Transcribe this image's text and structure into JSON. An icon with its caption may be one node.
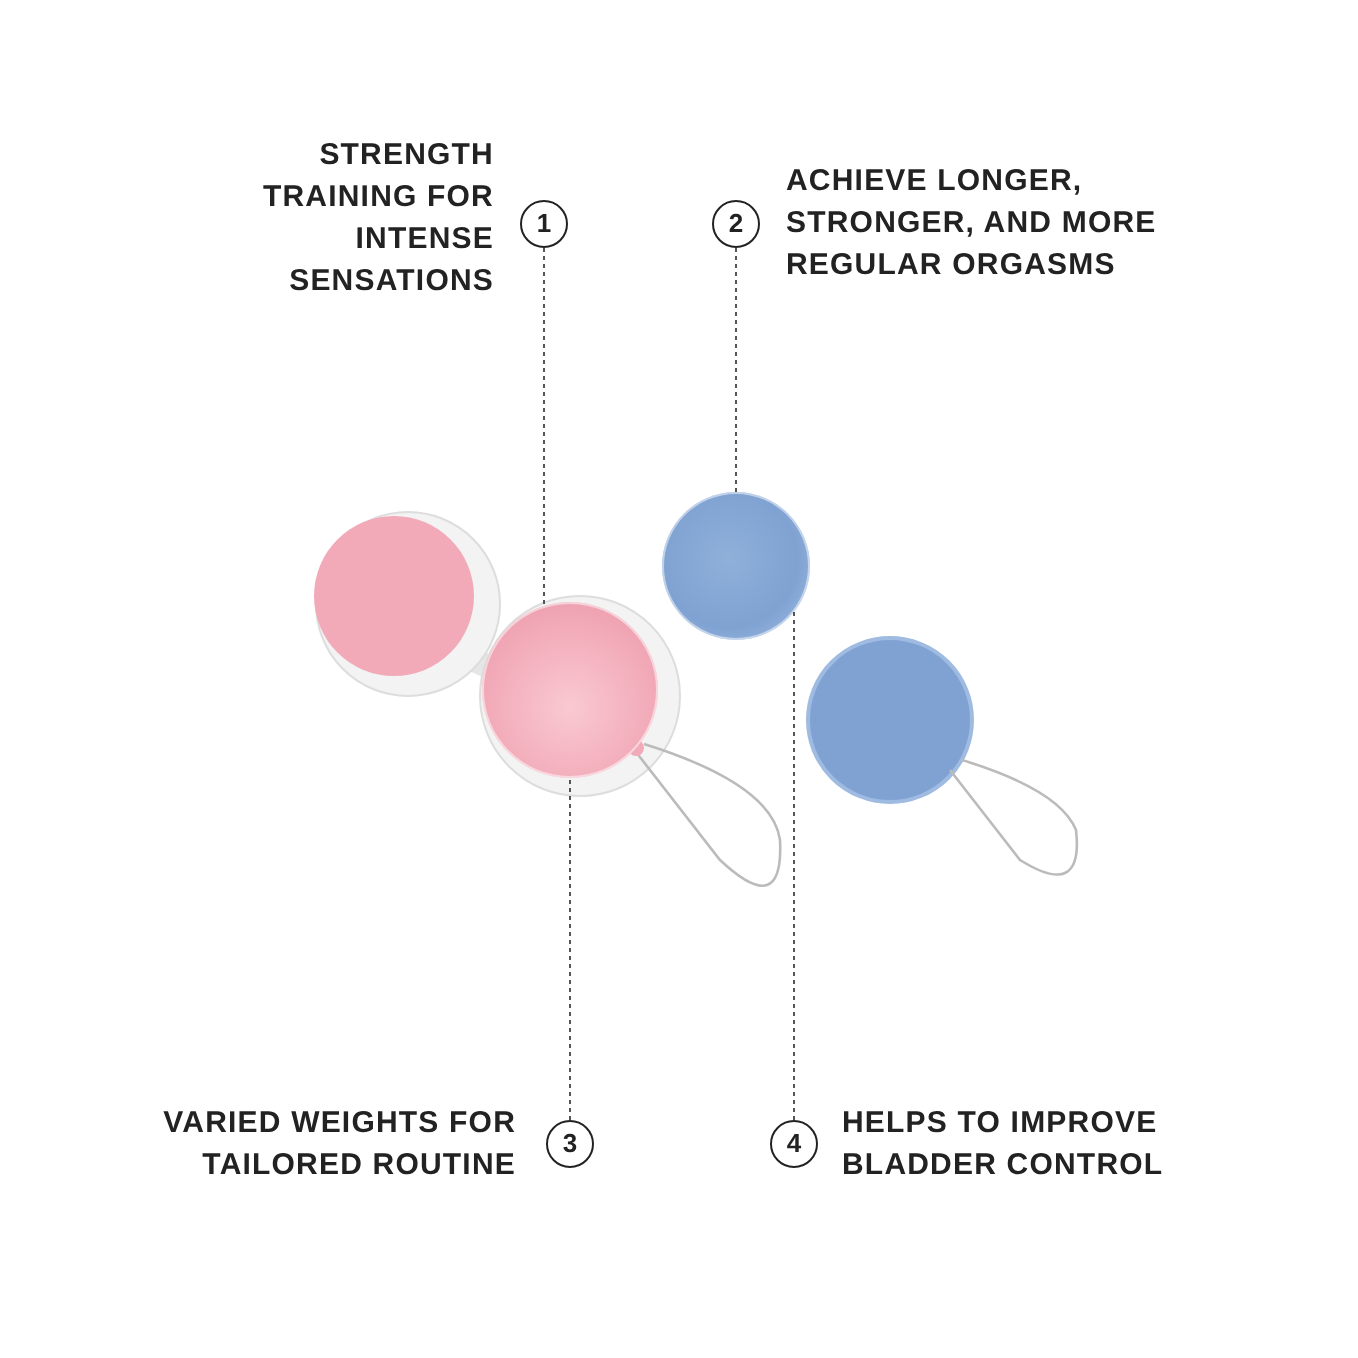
{
  "diagram": {
    "nodes": [
      {
        "text": [
          "1"
        ],
        "beside": [
          "STRENGTH TRAINING FOR INTENSE SENSATIONS"
        ]
      },
      {
        "text": [
          "2"
        ],
        "beside": [
          "ACHIEVE LONGER, STRONGER, AND MORE REGULAR ORGASMS"
        ]
      },
      {
        "text": [
          "3"
        ],
        "beside": [
          "VARIED WEIGHTS FOR TAILORED ROUTINE"
        ]
      },
      {
        "text": [
          "4"
        ],
        "beside": [
          "HELPS TO IMPROVE BLADDER CONTROL"
        ]
      },
      {
        "text": [],
        "shape": "picture"
      },
      {
        "text": [],
        "shape": "picture"
      }
    ],
    "edges": [
      {
        "from": 0,
        "to": 4,
        "arrow": "none"
      },
      {
        "from": 1,
        "to": 5,
        "arrow": "none"
      },
      {
        "from": 2,
        "to": 4,
        "arrow": "none"
      },
      {
        "from": 3,
        "to": 5,
        "arrow": "none"
      }
    ]
  }
}
